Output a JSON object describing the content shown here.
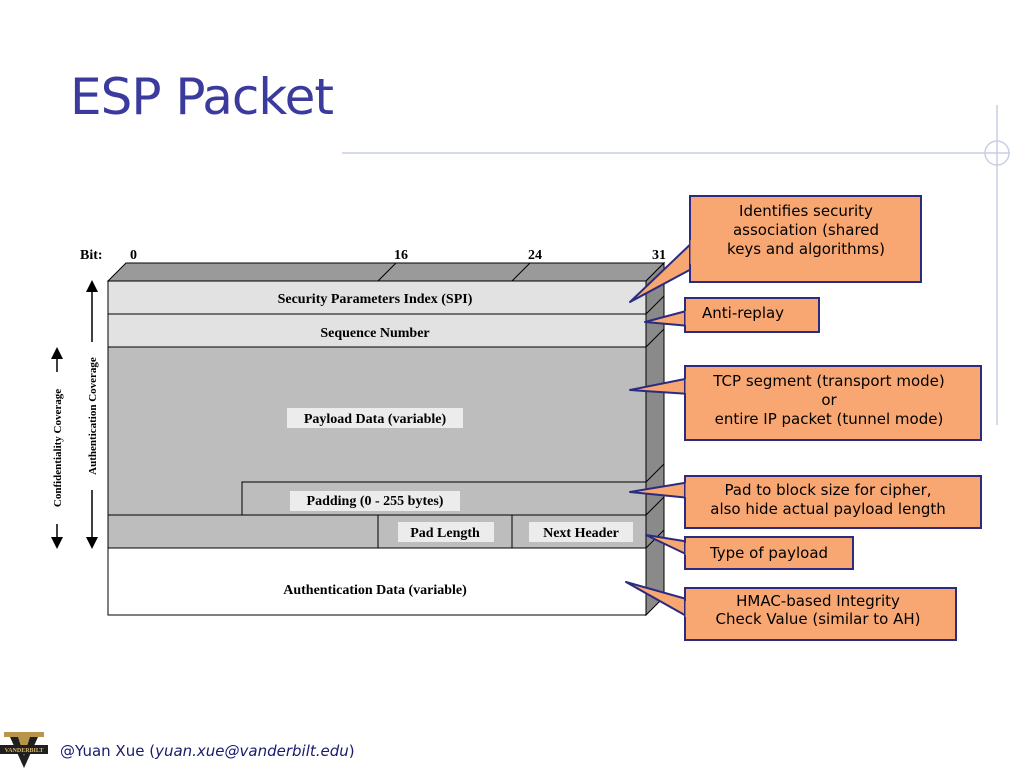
{
  "slide": {
    "title": "ESP Packet",
    "footer": {
      "author": "@Yuan Xue",
      "open": " (",
      "email": "yuan.xue@vanderbilt.edu",
      "close": ")"
    },
    "logo_text": "VANDERBILT"
  },
  "diagram": {
    "bit_label": "Bit:",
    "bits": [
      "0",
      "16",
      "24",
      "31"
    ],
    "fields": {
      "spi": "Security Parameters Index (SPI)",
      "seq": "Sequence Number",
      "payload": "Payload Data (variable)",
      "padding": "Padding (0 - 255 bytes)",
      "padlen": "Pad Length",
      "nexthdr": "Next Header",
      "auth": "Authentication Data (variable)"
    },
    "coverage": {
      "confidentiality": "Confidentiality Coverage",
      "authentication": "Authentication Coverage"
    },
    "callouts": [
      {
        "id": "spi",
        "lines": [
          "Identifies security",
          "association (shared",
          "keys and algorithms)"
        ]
      },
      {
        "id": "antireplay",
        "lines": [
          "Anti-replay"
        ]
      },
      {
        "id": "payload",
        "lines": [
          "TCP segment (transport mode)",
          "or",
          "entire IP packet (tunnel mode)"
        ]
      },
      {
        "id": "padding",
        "lines": [
          "Pad to block size for cipher,",
          "also hide actual payload length"
        ]
      },
      {
        "id": "nexthdr",
        "lines": [
          "Type of payload"
        ]
      },
      {
        "id": "auth",
        "lines": [
          "HMAC-based Integrity",
          "Check Value (similar to AH)"
        ]
      }
    ],
    "colors": {
      "callout_fill": "#f9a772",
      "callout_border": "#2b2b7f",
      "light_field": "#e2e2e2",
      "dark_field": "#bdbdbd",
      "side": "#8a8a8a"
    }
  }
}
